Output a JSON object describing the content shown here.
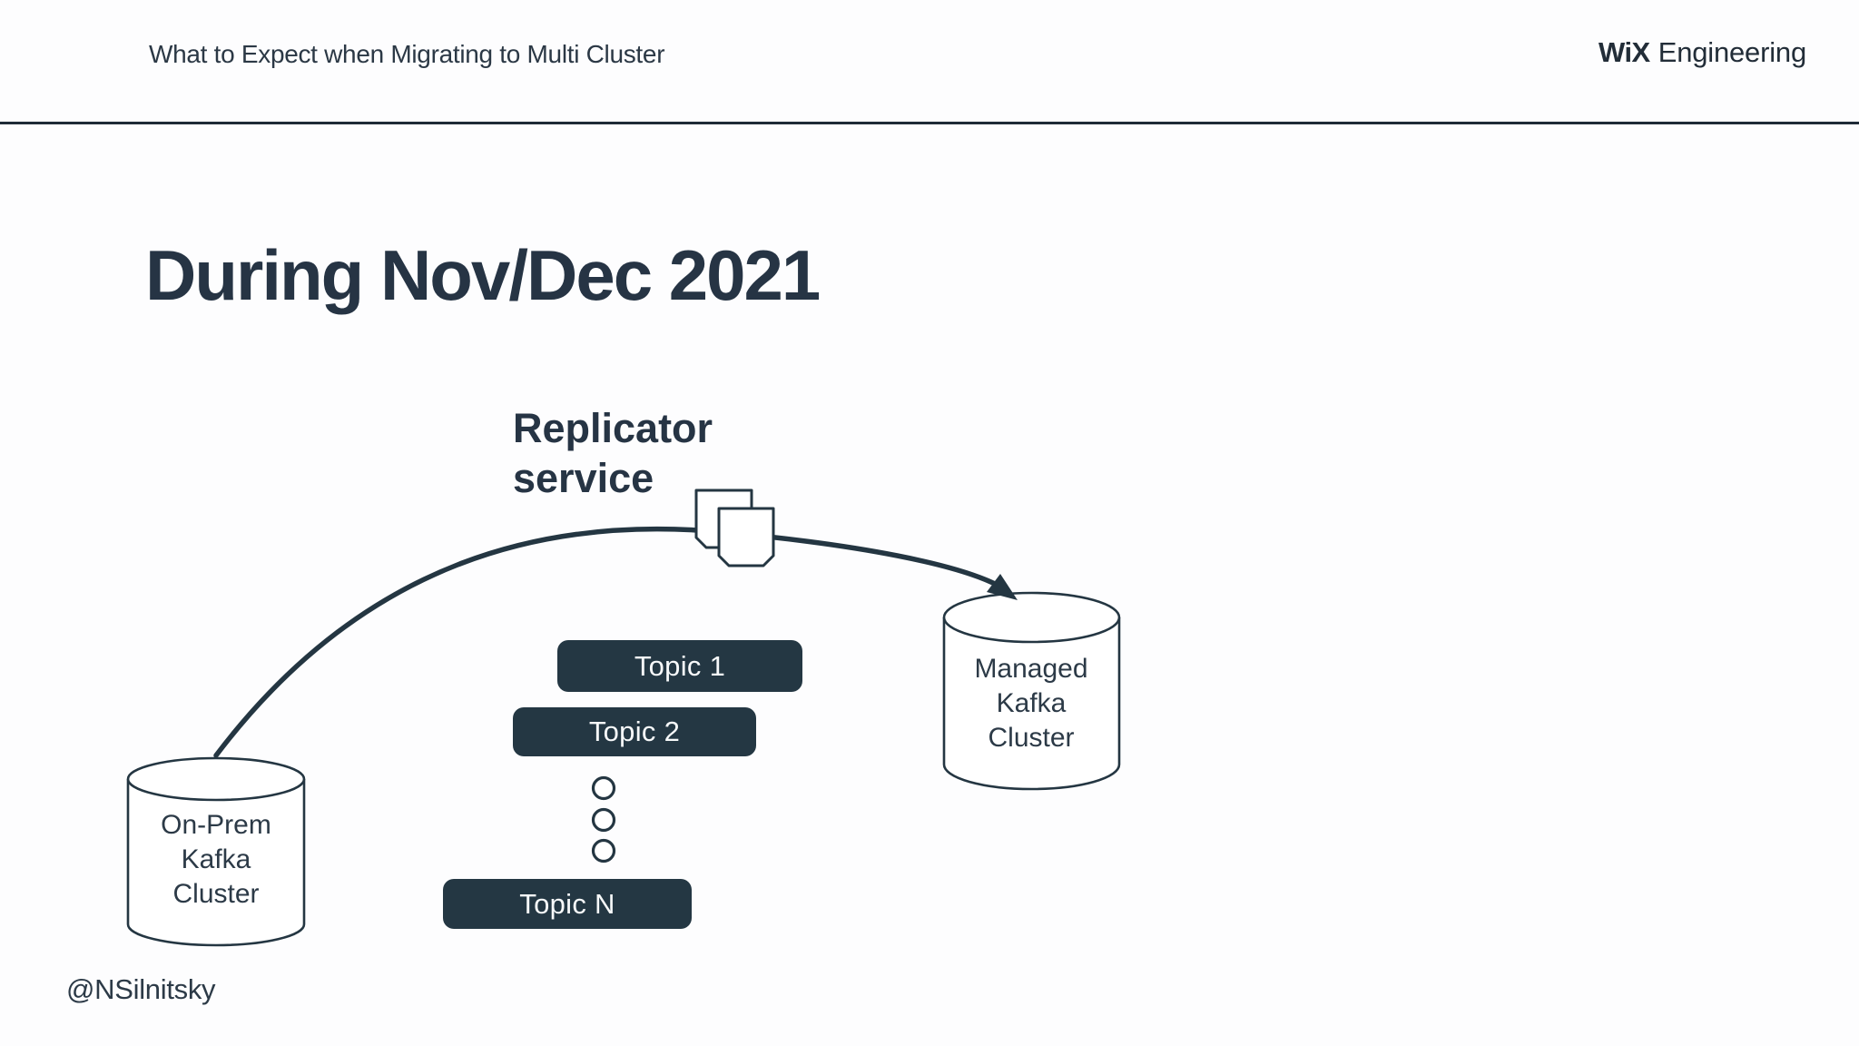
{
  "header": {
    "title": "What to Expect when Migrating to Multi Cluster",
    "brand_bold": "WiX",
    "brand_rest": "Engineering"
  },
  "slide": {
    "title": "During Nov/Dec 2021",
    "handle": "@NSilnitsky"
  },
  "diagram": {
    "replicator_line1": "Replicator",
    "replicator_line2": "service",
    "source_cluster": [
      "On-Prem",
      "Kafka",
      "Cluster"
    ],
    "target_cluster": [
      "Managed",
      "Kafka",
      "Cluster"
    ],
    "topics": [
      "Topic 1",
      "Topic 2",
      "Topic N"
    ],
    "colors": {
      "navy": "#243642",
      "topic_box_fill": "#243743",
      "title_text": "#263444",
      "background": "#fdfdfe",
      "topic_text": "#f7f9fa"
    }
  }
}
